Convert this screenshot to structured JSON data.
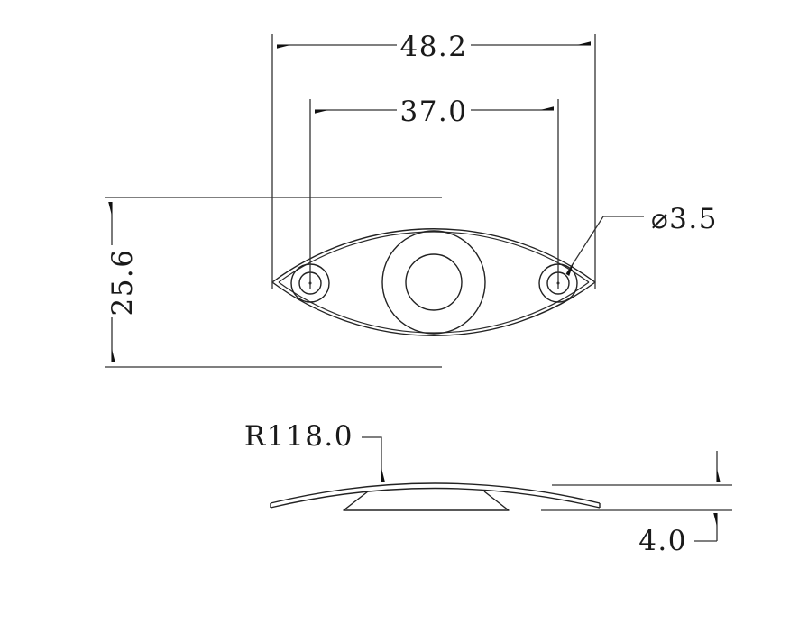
{
  "drawing": {
    "title": "Technical drawing - oval lens cover",
    "views": {
      "top": {
        "name": "top-view",
        "description": "Lens shaped oval plate with central boss and two mounting holes"
      },
      "side": {
        "name": "side-view",
        "description": "Low profile domed cross section with base"
      }
    },
    "dimensions": {
      "overall_width": {
        "value": "48.2",
        "symbol": "",
        "label": "48.2",
        "orientation": "horizontal"
      },
      "hole_spacing": {
        "value": "37.0",
        "symbol": "",
        "label": "37.0",
        "orientation": "horizontal"
      },
      "overall_height": {
        "value": "25.6",
        "symbol": "",
        "label": "25.6",
        "orientation": "vertical"
      },
      "hole_diameter": {
        "value": "3.5",
        "symbol": "⌀",
        "label": "⌀3.5",
        "orientation": "leader"
      },
      "dome_radius": {
        "value": "118.0",
        "symbol": "R",
        "label": "R118.0",
        "orientation": "leader"
      },
      "thickness": {
        "value": "4.0",
        "symbol": "",
        "label": "4.0",
        "orientation": "vertical"
      }
    },
    "colors": {
      "line": "#222222",
      "dimension": "#333333",
      "text": "#1a1a1a",
      "background": "#ffffff"
    }
  }
}
